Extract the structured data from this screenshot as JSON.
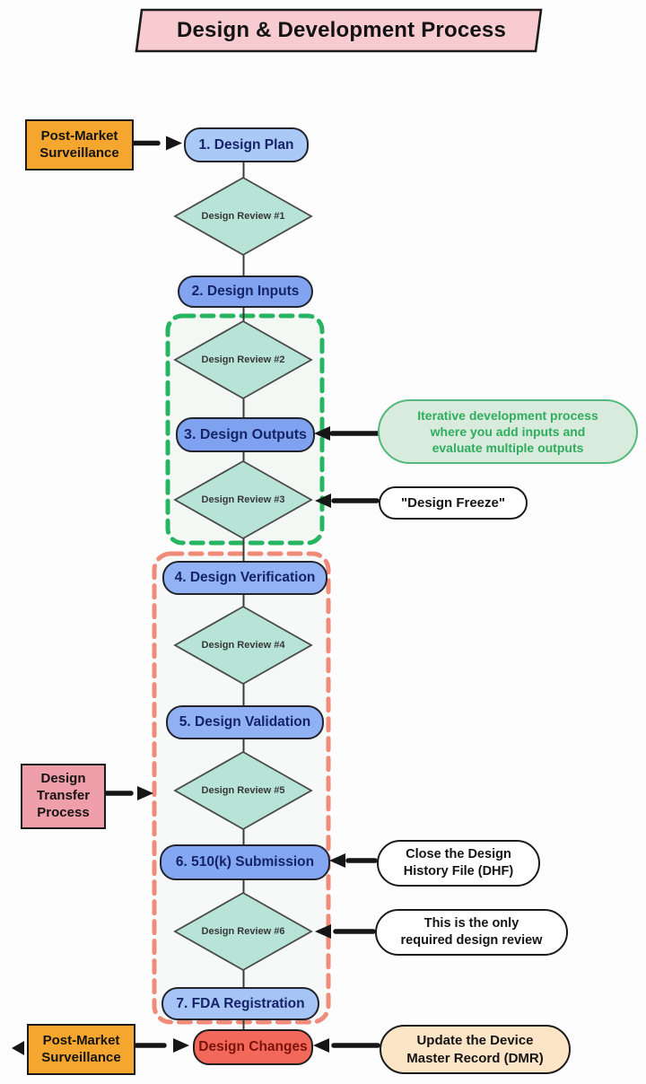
{
  "title": {
    "label": "Design & Development Process"
  },
  "steps": [
    {
      "label": "1. Design Plan",
      "fill": "#aac9f7"
    },
    {
      "label": "2. Design Inputs",
      "fill": "#81a3f0"
    },
    {
      "label": "3. Design Outputs",
      "fill": "#7fa2f0"
    },
    {
      "label": "4. Design Verification",
      "fill": "#92b2f3"
    },
    {
      "label": "5. Design Validation",
      "fill": "#90b1f3"
    },
    {
      "label": "6. 510(k) Submission",
      "fill": "#84a7f3"
    },
    {
      "label": "7. FDA Registration",
      "fill": "#a6c4f6"
    }
  ],
  "reviews": [
    {
      "label": "Design Review #1"
    },
    {
      "label": "Design Review #2"
    },
    {
      "label": "Design Review #3"
    },
    {
      "label": "Design Review #4"
    },
    {
      "label": "Design Review #5"
    },
    {
      "label": "Design Review #6"
    }
  ],
  "side_boxes": {
    "post_market_top": {
      "label": "Post-Market\nSurveillance",
      "fill": "#f4a62f"
    },
    "design_transfer": {
      "label": "Design\nTransfer\nProcess",
      "fill": "#ef9fa9"
    },
    "post_market_bottom": {
      "label": "Post-Market\nSurveillance",
      "fill": "#f4a62f"
    }
  },
  "callouts": {
    "iterative": {
      "label": "Iterative development process\nwhere you add inputs and\nevaluate multiple outputs",
      "fill": "#d9ebdc",
      "border": "#55b97b",
      "text_color": "#2fad5f"
    },
    "design_freeze": {
      "label": "\"Design Freeze\"",
      "fill": "#ffffff"
    },
    "dhf": {
      "label": "Close the Design\nHistory File (DHF)",
      "fill": "#ffffff"
    },
    "only_required": {
      "label": "This is the only\nrequired design review",
      "fill": "#ffffff"
    },
    "dmr": {
      "label": "Update the Device\nMaster Record (DMR)",
      "fill": "#fce5c7"
    }
  },
  "end_node": {
    "label": "Design Changes",
    "fill": "#f2695b",
    "text_color": "#7c130b"
  },
  "colors": {
    "title_fill": "#f8cbd1",
    "title_stroke": "#1b1b1b",
    "diamond_fill": "#b7e4d6",
    "diamond_stroke": "#4a4a4a",
    "green_dash": "#27b561",
    "green_group_fill": "#f3f8f5",
    "red_dash": "#f08a79",
    "red_group_fill": "#f6f9f8",
    "spine": "#3a3a3a",
    "arrow": "#161616"
  }
}
